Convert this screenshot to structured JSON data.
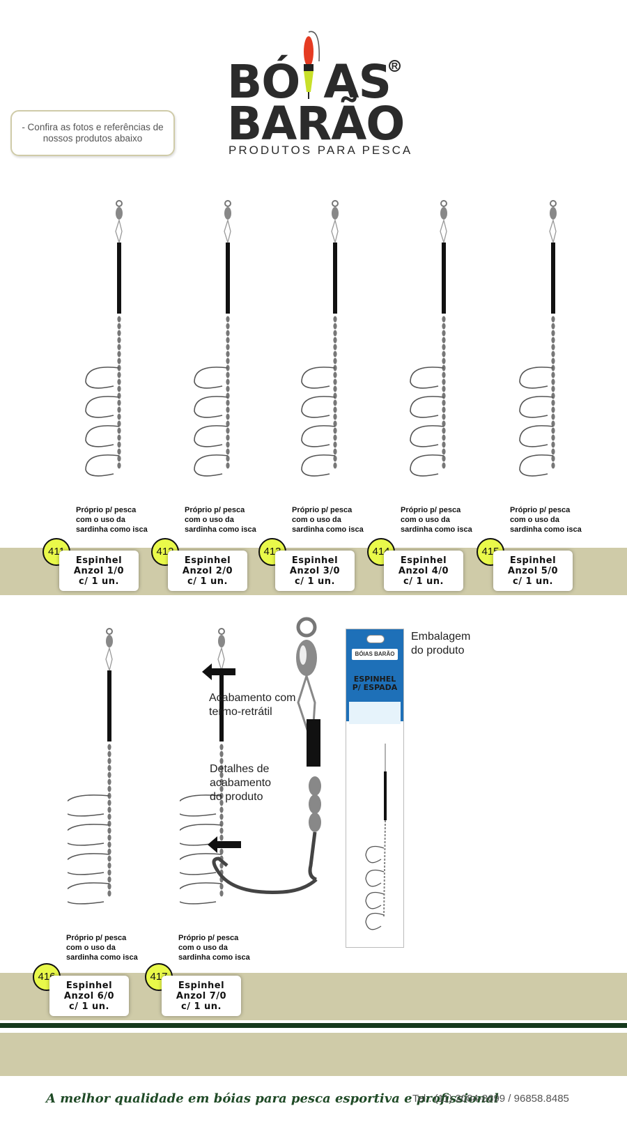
{
  "header": {
    "notice_line1": "- Confira as fotos e referências de",
    "notice_line2": "nossos produtos abaixo",
    "logo_line1_a": "BÓ",
    "logo_line1_b": "AS",
    "logo_line2": "BARÃO",
    "logo_tagline": "PRODUTOS PARA PESCA",
    "registered": "R"
  },
  "products": [
    {
      "id": "411",
      "desc1": "Próprio p/ pesca",
      "desc2": "com o uso da",
      "desc3": "sardinha como isca",
      "name": "Espinhel",
      "size": "Anzol 1/0",
      "qty": "c/ 1 un."
    },
    {
      "id": "412",
      "desc1": "Próprio p/ pesca",
      "desc2": "com o uso da",
      "desc3": "sardinha como isca",
      "name": "Espinhel",
      "size": "Anzol 2/0",
      "qty": "c/ 1 un."
    },
    {
      "id": "413",
      "desc1": "Próprio p/ pesca",
      "desc2": "com o uso da",
      "desc3": "sardinha como isca",
      "name": "Espinhel",
      "size": "Anzol 3/0",
      "qty": "c/ 1 un."
    },
    {
      "id": "414",
      "desc1": "Próprio p/ pesca",
      "desc2": "com o uso da",
      "desc3": "sardinha como isca",
      "name": "Espinhel",
      "size": "Anzol 4/0",
      "qty": "c/ 1 un."
    },
    {
      "id": "415",
      "desc1": "Próprio p/ pesca",
      "desc2": "com o uso da",
      "desc3": "sardinha como isca",
      "name": "Espinhel",
      "size": "Anzol 5/0",
      "qty": "c/ 1 un."
    },
    {
      "id": "416",
      "desc1": "Próprio p/ pesca",
      "desc2": "com o uso da",
      "desc3": "sardinha como isca",
      "name": "Espinhel",
      "size": "Anzol 6/0",
      "qty": "c/ 1 un."
    },
    {
      "id": "417",
      "desc1": "Próprio p/ pesca",
      "desc2": "com o uso da",
      "desc3": "sardinha como isca",
      "name": "Espinhel",
      "size": "Anzol 7/0",
      "qty": "c/ 1 un."
    }
  ],
  "notes": {
    "finish_1": "Acabamento com",
    "finish_2": "termo-retrátil",
    "details_1": "Detalhes de",
    "details_2": "acabamento",
    "details_3": "do produto",
    "package_1": "Embalagem",
    "package_2": "do produto"
  },
  "package": {
    "brand": "BÓIAS BARÃO",
    "title_1": "ESPINHEL",
    "title_2": "P/ ESPADA"
  },
  "footer": {
    "slogan": "A melhor qualidade em bóias para pesca esportiva e profissional",
    "tel": "Tel : (11) 2084-8699 / 96858.8485"
  },
  "colors": {
    "band": "#cfcba8",
    "badge": "#e9f94a",
    "stripe": "#16391c",
    "package_blue": "#1e70b8"
  }
}
